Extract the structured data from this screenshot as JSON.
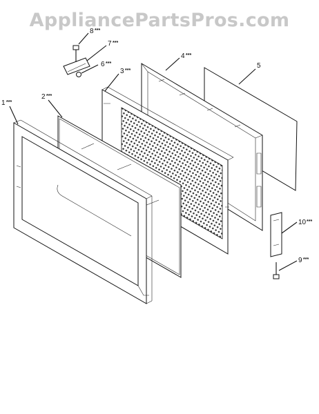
{
  "watermark": "AppliancePartsPros.com",
  "callouts": [
    {
      "num": "1",
      "stars": "***"
    },
    {
      "num": "2",
      "stars": "***"
    },
    {
      "num": "3",
      "stars": "***"
    },
    {
      "num": "4",
      "stars": "***"
    },
    {
      "num": "5",
      "stars": ""
    },
    {
      "num": "6",
      "stars": "***"
    },
    {
      "num": "7",
      "stars": "***"
    },
    {
      "num": "8",
      "stars": "***"
    },
    {
      "num": "9",
      "stars": "***"
    },
    {
      "num": "10",
      "stars": "***"
    }
  ]
}
